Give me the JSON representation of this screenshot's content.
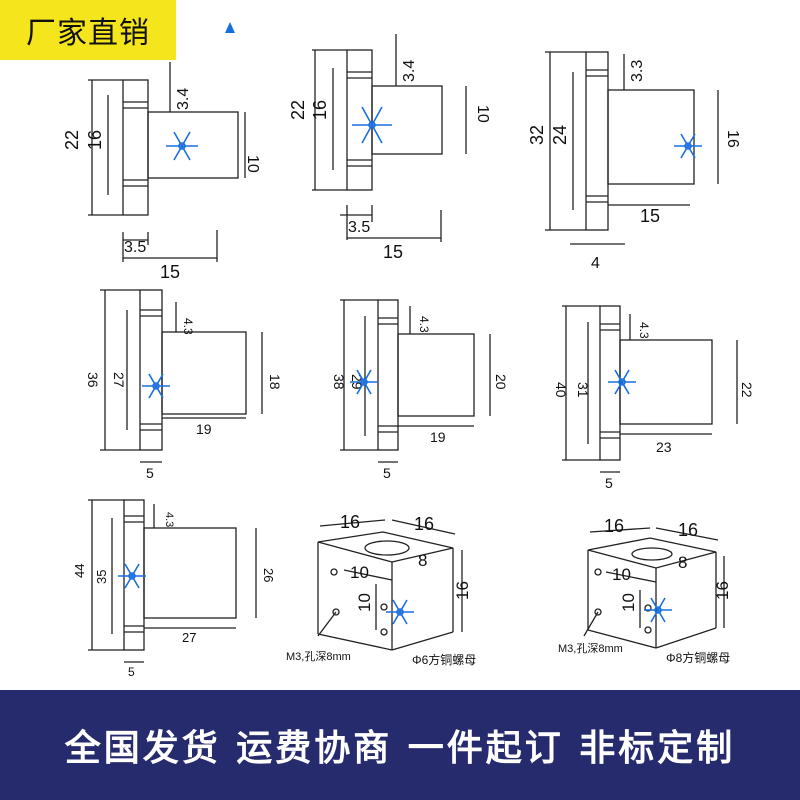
{
  "badge": {
    "label": "厂家直销"
  },
  "footer": {
    "slogan": "全国发货 运费协商 一件起订 非标定制"
  },
  "colors": {
    "badge_bg": "#f5e51c",
    "footer_bg": "#262b6e",
    "watermark": "#1a6fe0"
  },
  "parts": [
    {
      "dims": [
        "22",
        "16",
        "3.4",
        "10",
        "3.5",
        "15"
      ]
    },
    {
      "dims": [
        "22",
        "16",
        "3.4",
        "10",
        "3.5",
        "15"
      ]
    },
    {
      "dims": [
        "32",
        "24",
        "3.3",
        "16",
        "15",
        "4"
      ]
    },
    {
      "dims": [
        "36",
        "27",
        "4.3",
        "18",
        "19",
        "5"
      ]
    },
    {
      "dims": [
        "38",
        "29",
        "4.3",
        "20",
        "19",
        "5"
      ]
    },
    {
      "dims": [
        "40",
        "31",
        "4.3",
        "22",
        "23",
        "5"
      ]
    },
    {
      "dims": [
        "44",
        "35",
        "4.3",
        "26",
        "27",
        "5"
      ]
    }
  ],
  "nuts": [
    {
      "dims": [
        "16",
        "16",
        "8",
        "10",
        "10",
        "16"
      ],
      "hole_note": "M3,孔深8mm",
      "caption": "Φ6方铜螺母"
    },
    {
      "dims": [
        "16",
        "16",
        "8",
        "10",
        "10",
        "16"
      ],
      "hole_note": "M3,孔深8mm",
      "caption": "Φ8方铜螺母"
    }
  ]
}
